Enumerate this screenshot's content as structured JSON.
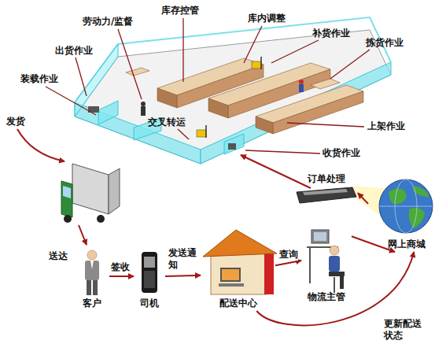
{
  "diagram": {
    "nodes": [
      {
        "text": [
          "客户"
        ]
      },
      {
        "text": [
          "司机"
        ]
      },
      {
        "text": [
          "配送中心"
        ]
      },
      {
        "text": [
          "物流主管"
        ]
      },
      {
        "text": [
          "网上商城"
        ]
      },
      {
        "text": [
          "订单处理"
        ]
      }
    ],
    "edges": [
      {
        "from": 0,
        "to": 1,
        "label": "签收",
        "arrow": "to"
      },
      {
        "from": 1,
        "to": 2,
        "label": "发送通知",
        "arrow": "to"
      },
      {
        "from": 2,
        "to": 3,
        "label": "查询",
        "arrow": "to"
      },
      {
        "from": 3,
        "to": 4,
        "arrow": "to"
      },
      {
        "from": 2,
        "to": 4,
        "label": "更新配送状态",
        "arrow": "to"
      },
      {
        "from": 4,
        "to": 5,
        "arrow": "to"
      }
    ],
    "labels": [
      "劳动力/监督",
      "库存控管",
      "库内调整",
      "补货作业",
      "拣货作业",
      "出货作业",
      "装载作业",
      "交叉转运",
      "上架作业",
      "收货作业",
      "发货",
      "送达"
    ]
  }
}
